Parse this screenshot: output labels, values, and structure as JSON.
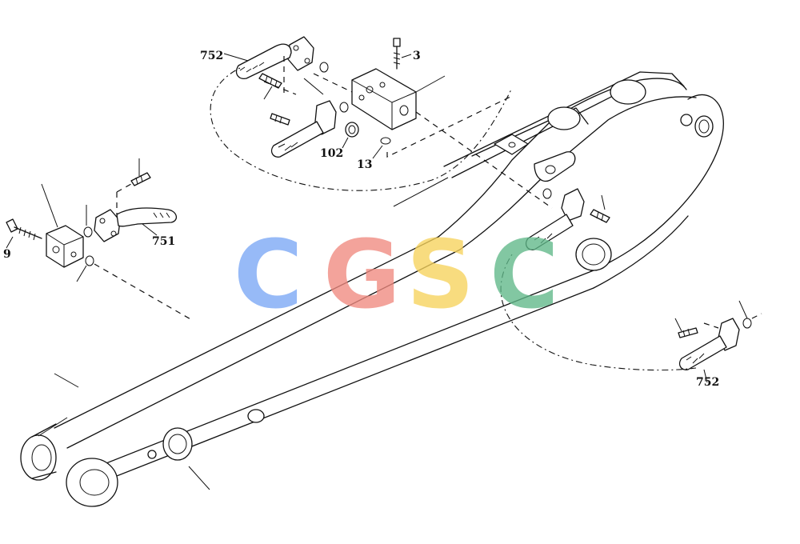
{
  "parts": {
    "label_752_top": "752",
    "label_3": "3",
    "label_102": "102",
    "label_13": "13",
    "label_9": "9",
    "label_751": "751",
    "label_752_right": "752"
  },
  "watermark": {
    "letters": [
      "C",
      "G",
      "S",
      "C"
    ],
    "colors": [
      "#7aa7f5",
      "#f08a80",
      "#f7d35c",
      "#5fb889"
    ]
  }
}
